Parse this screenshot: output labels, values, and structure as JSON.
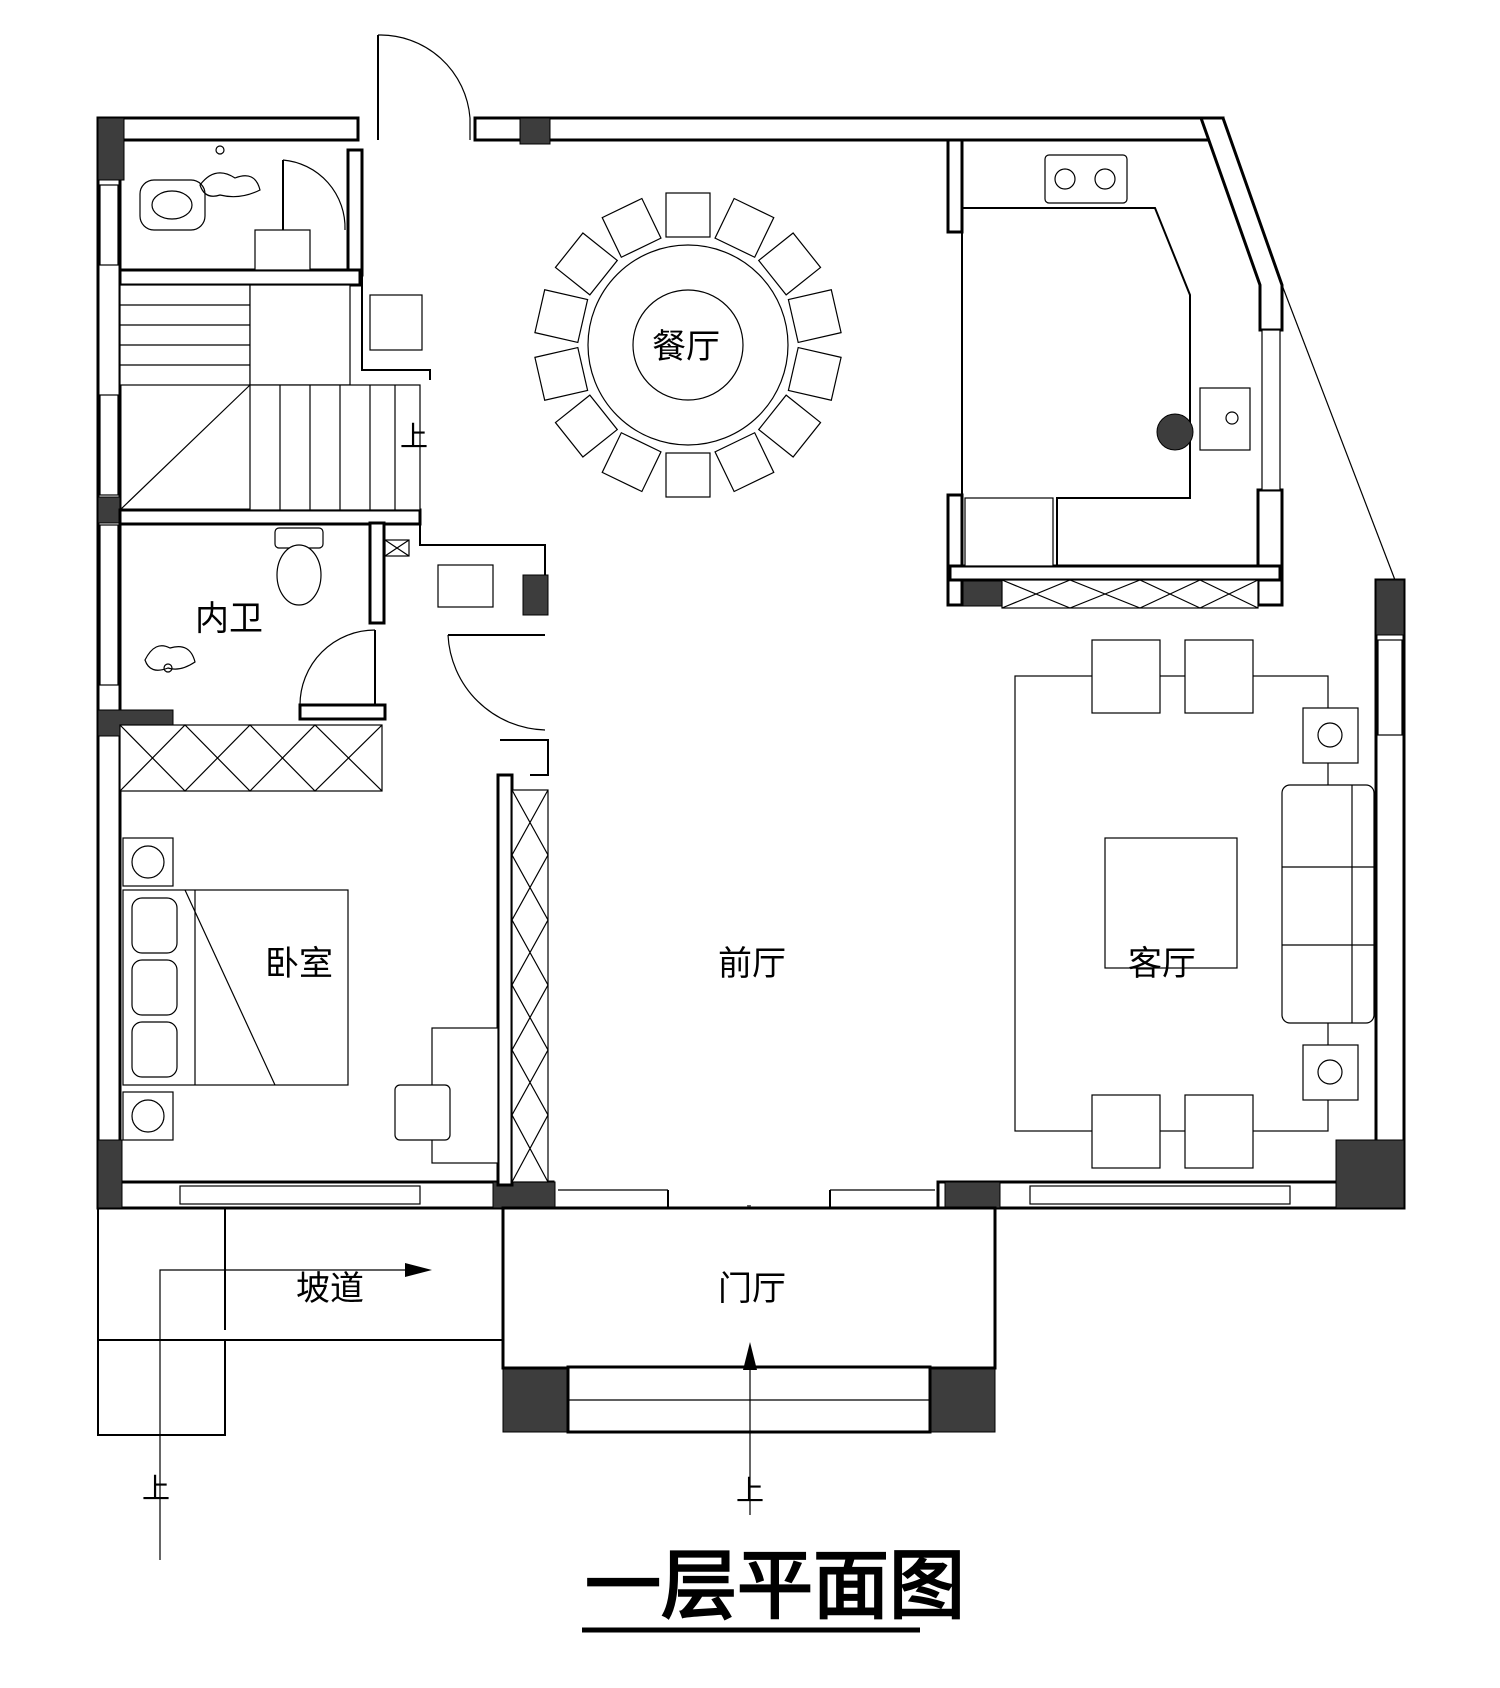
{
  "title": "一层平面图",
  "rooms": {
    "dining": "餐厅",
    "inner_bath": "内卫",
    "bedroom": "卧室",
    "front_hall": "前厅",
    "living": "客厅",
    "ramp": "坡道",
    "entry": "门厅"
  },
  "up_markers": {
    "stair": "上",
    "ramp": "上",
    "entry": "上"
  },
  "colors": {
    "line": "#000000",
    "column": "#3d3d3d",
    "background": "#ffffff"
  }
}
